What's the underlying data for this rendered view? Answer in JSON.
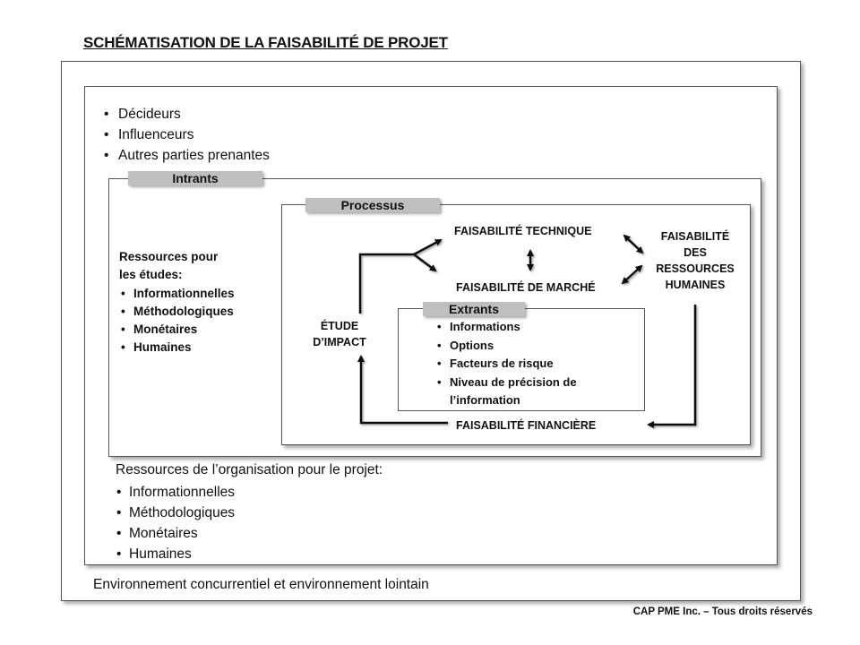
{
  "title": "SCHÉMATISATION  DE LA FAISABILITÉ DE PROJET",
  "stakeholders": [
    "Décideurs",
    "Influenceurs",
    "Autres parties prenantes"
  ],
  "tabs": {
    "intrants": "Intrants",
    "processus": "Processus",
    "extrants": "Extrants"
  },
  "study_resources": {
    "heading_line1": "Ressources pour",
    "heading_line2": "les études:",
    "items": [
      "Informationnelles",
      "Méthodologiques",
      "Monétaires",
      "Humaines"
    ]
  },
  "process": {
    "technique": "FAISABILITÉ TECHNIQUE",
    "marche": "FAISABILITÉ DE MARCHÉ",
    "rh_line1": "FAISABILITÉ",
    "rh_line2": "DES",
    "rh_line3": "RESSOURCES",
    "rh_line4": "HUMAINES",
    "impact_line1": "ÉTUDE",
    "impact_line2": "D’IMPACT",
    "financiere": "FAISABILITÉ FINANCIÈRE"
  },
  "outputs": [
    "Informations",
    "Options",
    "Facteurs de risque",
    "Niveau de précision de l’information"
  ],
  "org_resources": {
    "heading": "Ressources de l’organisation pour le projet:",
    "items": [
      "Informationnelles",
      "Méthodologiques",
      "Monétaires",
      "Humaines"
    ]
  },
  "environment": "Environnement concurrentiel et environnement lointain",
  "copyright": "CAP PME Inc. – Tous droits réservés"
}
